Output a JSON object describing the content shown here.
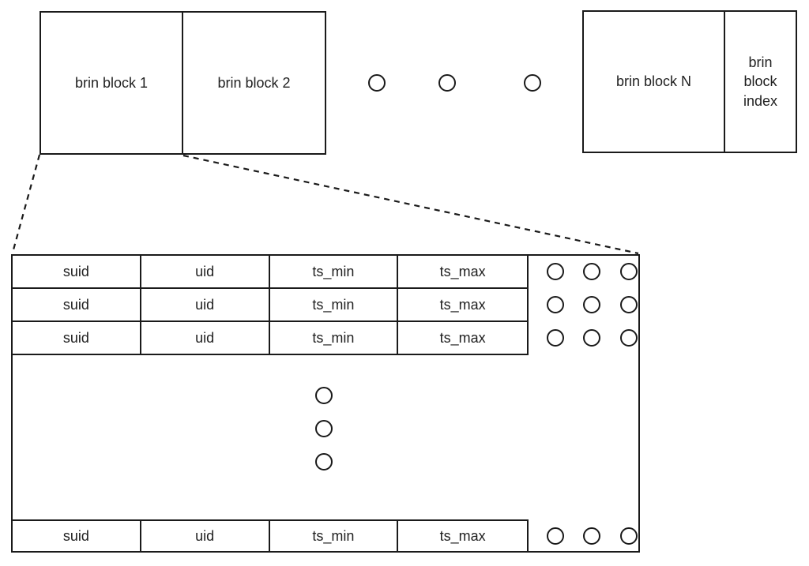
{
  "top_row": {
    "blocks": [
      {
        "label": "brin block 1"
      },
      {
        "label": "brin block 2"
      }
    ],
    "ellipsis_count": 3,
    "block_n": {
      "label": "brin block N"
    },
    "index_block": {
      "label": "brin block index"
    }
  },
  "detail_table": {
    "rows_top": [
      {
        "cells": [
          "suid",
          "uid",
          "ts_min",
          "ts_max"
        ]
      },
      {
        "cells": [
          "suid",
          "uid",
          "ts_min",
          "ts_max"
        ]
      },
      {
        "cells": [
          "suid",
          "uid",
          "ts_min",
          "ts_max"
        ]
      }
    ],
    "row_bottom": {
      "cells": [
        "suid",
        "uid",
        "ts_min",
        "ts_max"
      ]
    },
    "row_ellipsis_count": 3,
    "vertical_ellipsis_count": 3
  },
  "colors": {
    "line": "#1a1a1a",
    "text": "#1f1f1f",
    "background": "#ffffff"
  }
}
